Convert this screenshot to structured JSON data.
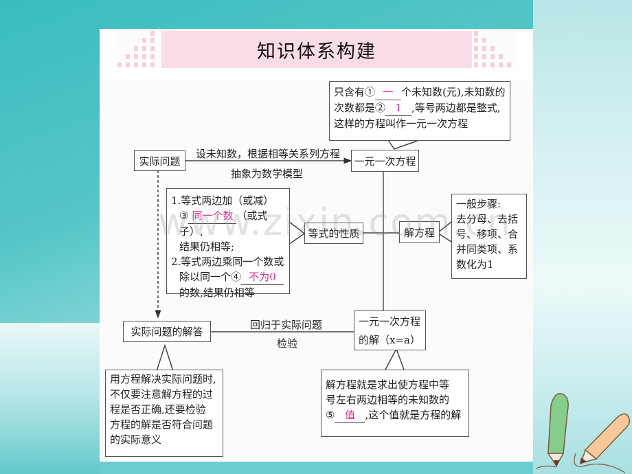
{
  "header": {
    "title": "知识体系构建"
  },
  "watermark": "www.zixin.com.cn",
  "nodes": {
    "real_problem": "实际问题",
    "linear_equation": "一元一次方程",
    "equation_properties": "等式的性质",
    "solve_equation": "解方程",
    "real_answer": "实际问题的解答",
    "equation_solution_line1": "一元一次方程",
    "equation_solution_line2": "的解（x=a）"
  },
  "edges": {
    "model_top": "设未知数，根据相等关系列方程",
    "model_bottom": "抽象为数学模型",
    "return_top": "回归于实际问题",
    "return_bottom": "检验"
  },
  "callouts": {
    "definition": {
      "line1_pre": "只含有①",
      "blank1": "一",
      "line1_post": "个未知数(元),未知数的",
      "line2_pre": "次数都是②",
      "blank2": "1",
      "line2_post": ",等号两边都是整式,",
      "line3": "这样的方程叫作一元一次方程"
    },
    "properties": {
      "line1": "1.等式两边加（或减）",
      "line2_pre": "③",
      "blank3": "同一个数",
      "line2_post": "（或式子）,",
      "line3": "结果仍相等;",
      "line4": "2.等式两边乘同一个数或",
      "line5_pre": "除以同一个④",
      "blank4": "不为0",
      "line6": "的数,结果仍相等"
    },
    "steps": {
      "line1": "一般步骤:",
      "line2": "去分母、去括",
      "line3": "号、移项、合",
      "line4": "并同类项、系",
      "line5": "数化为1"
    },
    "check": {
      "line1": "用方程解决实际问题时,",
      "line2": "不仅要注意解方程的过",
      "line3": "程是否正确,还要检验",
      "line4": "方程的解是否符合问题",
      "line5": "的实际意义"
    },
    "solution": {
      "line1": "解方程就是求出使方程中等",
      "line2": "号左右两边相等的未知数的",
      "line3_pre": "⑤",
      "blank5": "值",
      "line3_post": ",这个值就是方程的解"
    }
  },
  "colors": {
    "answer": "#e0308a",
    "title_band": "#f9dce7",
    "background_teal": "#3bbcbe"
  }
}
